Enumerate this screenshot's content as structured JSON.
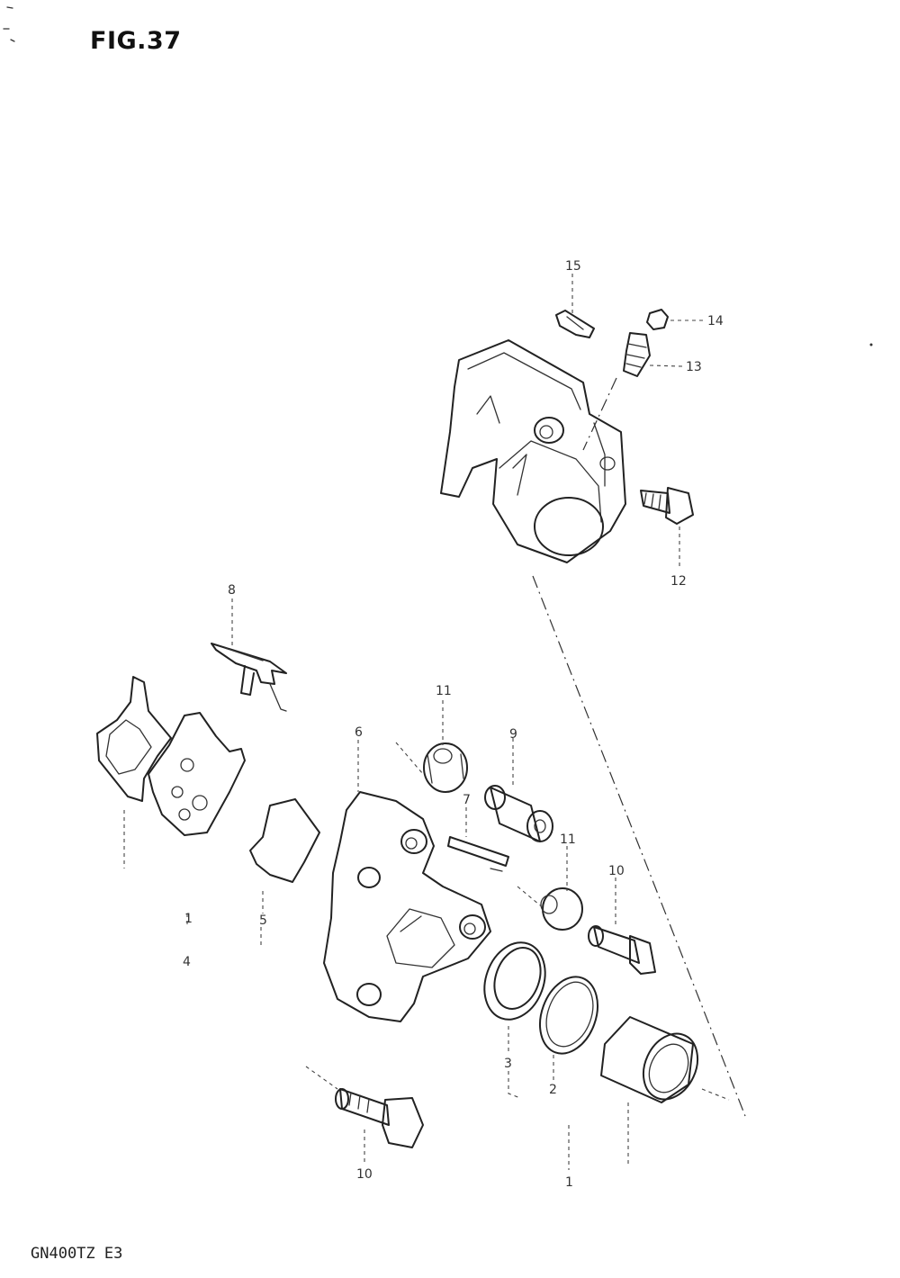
{
  "figure": {
    "title": "FIG.37",
    "model": "GN400TZ E3"
  },
  "callouts": [
    "15",
    "14",
    "13",
    "12",
    "8",
    "11",
    "9",
    "6",
    "7",
    "11",
    "10",
    "1",
    "4",
    "5",
    "3",
    "2",
    "1",
    "10"
  ]
}
